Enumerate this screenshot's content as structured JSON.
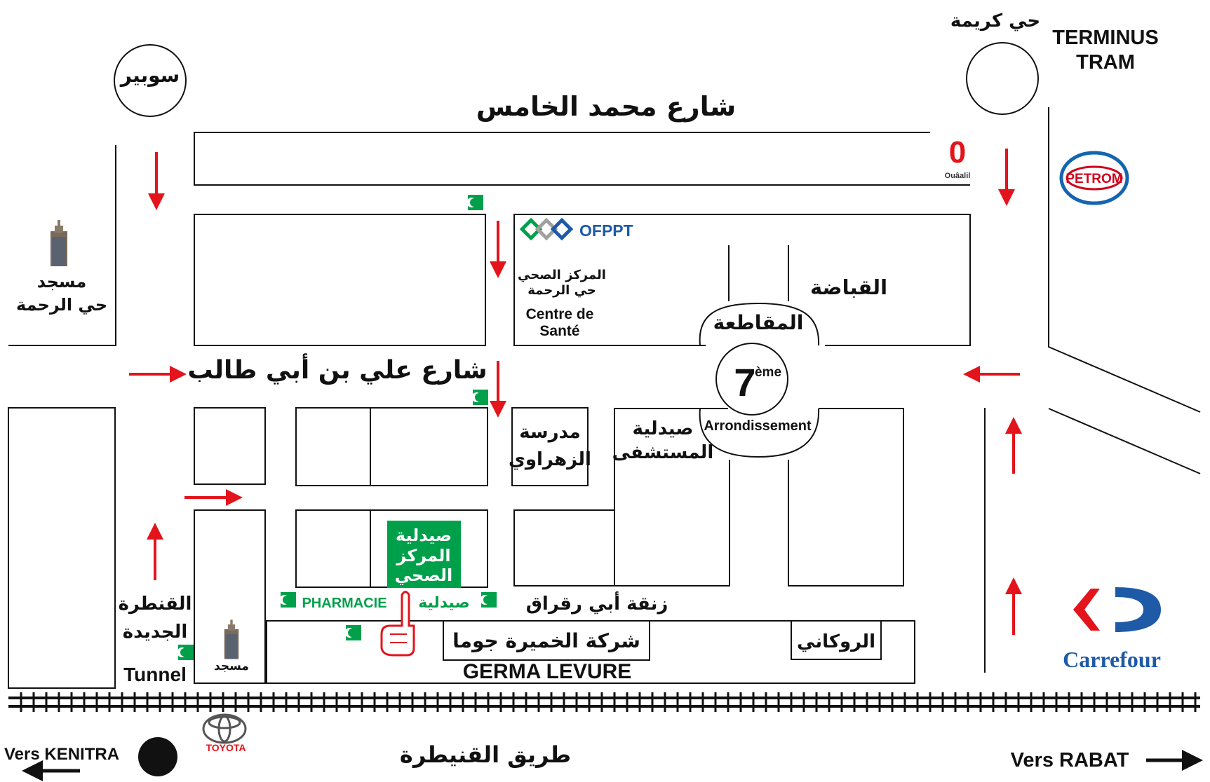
{
  "colors": {
    "arrow": "#e3141b",
    "pharmacy_green": "#00a04b",
    "ink": "#111111",
    "ofppt_blue": "#1d5aa8",
    "carrefour_blue": "#1f5aa6",
    "carrefour_red": "#e3141b",
    "petrom_blue": "#1565b0"
  },
  "icons": [
    "arrow-icon",
    "pharmacy-crescent-icon",
    "mosque-icon",
    "pointing-hand-icon",
    "toyota-logo",
    "carrefour-logo",
    "petrom-logo",
    "ofppt-logo",
    "ouaalil-logo",
    "railway-track"
  ],
  "labels": {
    "souibir": "سوبير",
    "hay_karima": "حي كريمة",
    "terminus1": "TERMINUS",
    "terminus2": "TRAM",
    "mohamed_v": "شارع محمد الخامس",
    "ouaalil": "Ouâalil",
    "petrom": "PETROM",
    "ofppt": "OFPPT",
    "health_ar1": "المركز الصحي",
    "health_ar2": "حي الرحمة",
    "health_fr1": "Centre de",
    "health_fr2": "Santé",
    "qabada": "القباضة",
    "muqataa": "المقاطعة",
    "arr_num": "7",
    "arr_sup": "ème",
    "arr_word": "Arrondissement",
    "mosque_ar1": "مسجد",
    "mosque_ar2": "حي الرحمة",
    "ali_street": "شارع علي بن أبي طالب",
    "school1": "مدرسة",
    "school2": "الزهراوي",
    "hosp_pharm1": "صيدلية",
    "hosp_pharm2": "المستشفى",
    "center_pharm1": "صيدلية",
    "center_pharm2": "المركز",
    "center_pharm3": "الصحي",
    "pharmacie": "PHARMACIE",
    "saydaliya": "صيدلية",
    "abi_raqraq": "زنقة أبي رقراق",
    "kantara1": "القنطرة",
    "kantara2": "الجديدة",
    "tunnel": "Tunnel",
    "masjid": "مسجد",
    "jouma": "شركة الخميرة جوما",
    "germa": "GERMA LEVURE",
    "roukani": "الروكاني",
    "carrefour": "Carrefour",
    "toyota": "TOYOTA",
    "vers_kenitra": "Vers KENITRA",
    "kenitra_road": "طريق القنيطرة",
    "vers_rabat": "Vers RABAT"
  }
}
